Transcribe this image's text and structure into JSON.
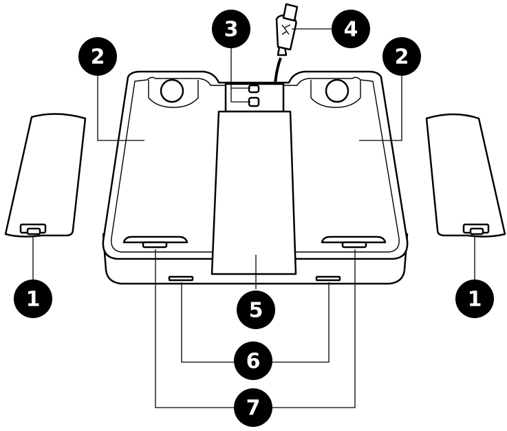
{
  "diagram": {
    "callouts": [
      {
        "id": "battery-cover-left",
        "label": "1"
      },
      {
        "id": "battery-cover-right",
        "label": "1"
      },
      {
        "id": "charging-bay-left",
        "label": "2"
      },
      {
        "id": "charging-bay-right",
        "label": "2"
      },
      {
        "id": "usb-port",
        "label": "3"
      },
      {
        "id": "usb-plug",
        "label": "4"
      },
      {
        "id": "center-spine",
        "label": "5"
      },
      {
        "id": "front-slots",
        "label": "6"
      },
      {
        "id": "cover-latches",
        "label": "7"
      }
    ],
    "colors": {
      "line": "#000000",
      "fill": "#ffffff",
      "badge": "#000000",
      "badge_text": "#ffffff"
    }
  }
}
